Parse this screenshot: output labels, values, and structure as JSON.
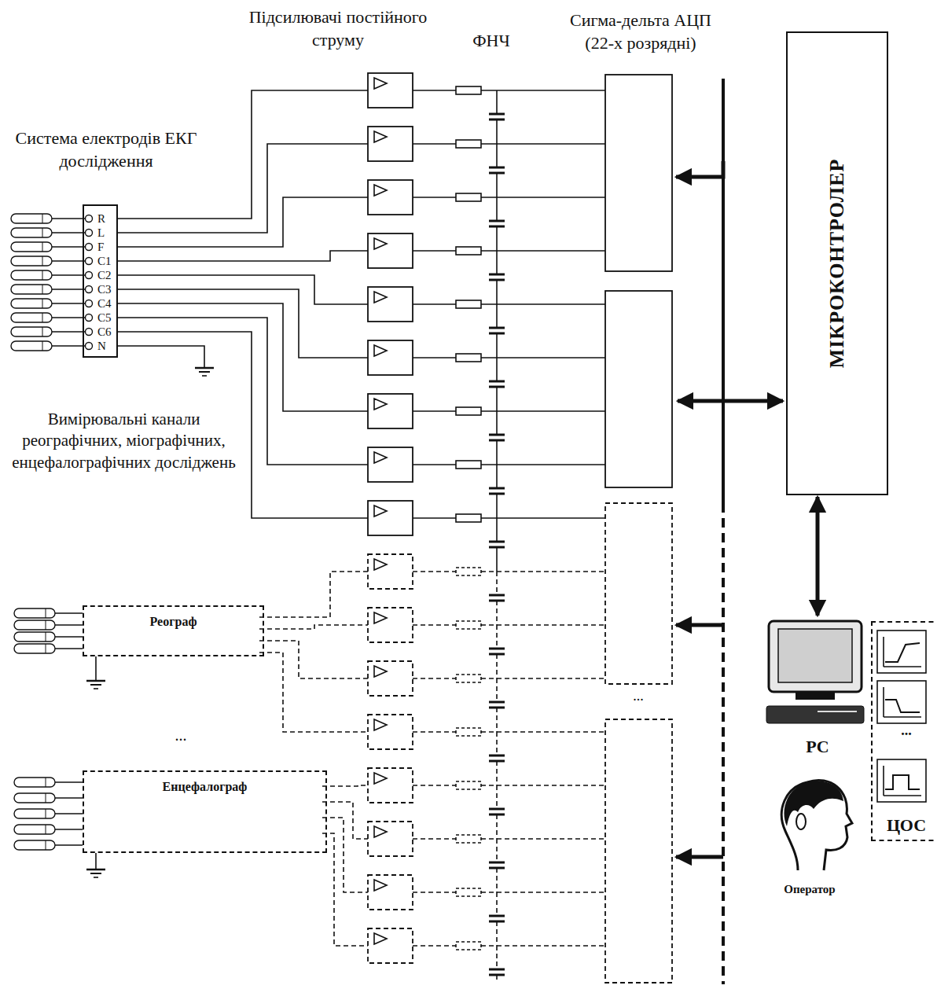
{
  "diagram": {
    "nodes": [
      {
        "text": [
          "R",
          "L",
          "F",
          "C1",
          "C2",
          "C3",
          "C4",
          "C5",
          "C6",
          "N"
        ]
      },
      {
        "text": [
          "Реограф"
        ]
      },
      {
        "text": [
          "Енцефалограф"
        ]
      },
      {
        "text": [
          "МІКРОКОНТРОЛЕР"
        ]
      },
      {
        "text": [
          "PC"
        ]
      },
      {
        "text": [
          "...",
          "ЦОС"
        ]
      }
    ],
    "edges": [
      {
        "from": 3,
        "to": 4,
        "arrow": "both"
      }
    ],
    "labels": [
      "Підсилювачі постійного струму",
      "ФНЧ",
      "Сигма-дельта АЦП (22-х розрядні)",
      "Система електродів ЕКГ дослідження",
      "Вимірювальні канали реографічних, міографічних, енцефалографічних досліджень",
      "...",
      "...",
      "Оператор"
    ]
  }
}
